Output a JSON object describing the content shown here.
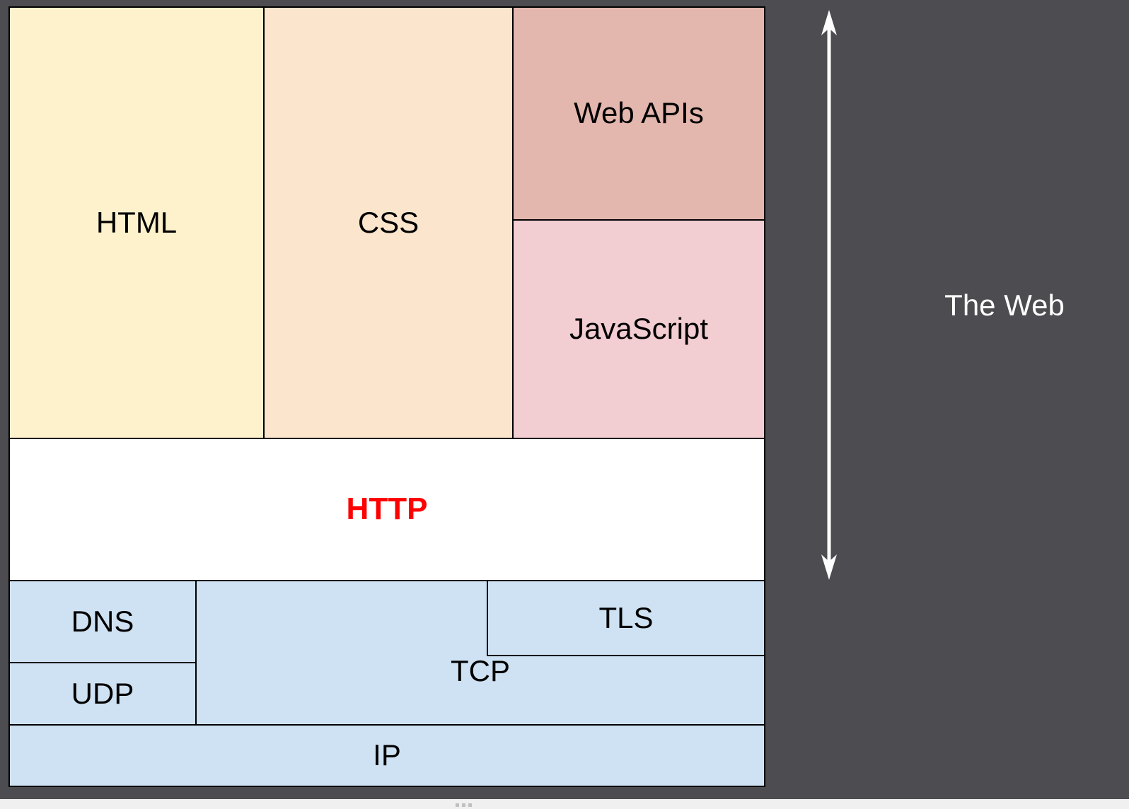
{
  "canvas": {
    "background_color": "#4c4c51",
    "border_color": "#000000",
    "bottom_bar_color": "#f0f0f1"
  },
  "stack": {
    "html": {
      "label": "HTML",
      "fill": "#fdf2cc"
    },
    "css": {
      "label": "CSS",
      "fill": "#fce5cd"
    },
    "web_apis": {
      "label": "Web APIs",
      "fill": "#e4b7ae"
    },
    "javascript": {
      "label": "JavaScript",
      "fill": "#f2cdd1"
    },
    "http": {
      "label": "HTTP",
      "fill": "#ffffff",
      "label_color": "#ff0000"
    },
    "dns": {
      "label": "DNS",
      "fill": "#cfe2f3"
    },
    "udp": {
      "label": "UDP",
      "fill": "#cfe2f3"
    },
    "tcp": {
      "label": "TCP",
      "fill": "#cfe2f3"
    },
    "tls": {
      "label": "TLS",
      "fill": "#cfe2f3"
    },
    "ip": {
      "label": "IP",
      "fill": "#cfe2f3"
    }
  },
  "annotation": {
    "label": "The Web",
    "color": "#ffffff",
    "arrow_color": "#ffffff"
  }
}
